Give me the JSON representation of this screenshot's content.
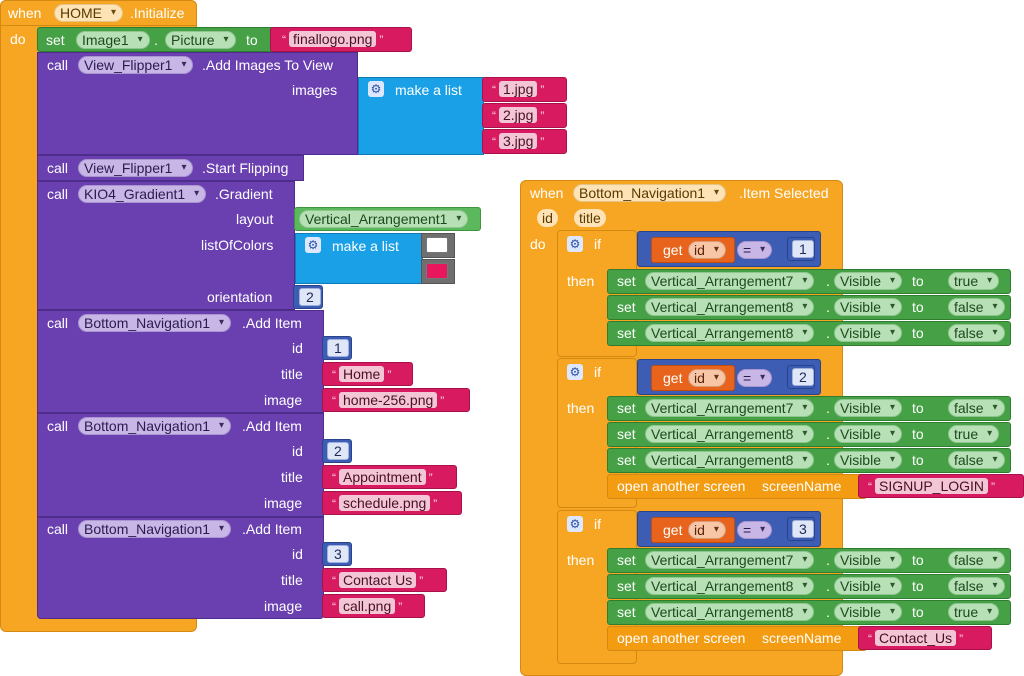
{
  "left": {
    "when": "when",
    "component": "HOME",
    "event": ".Initialize",
    "do": "do",
    "set1": {
      "set": "set",
      "comp": "Image1",
      "dot": ".",
      "prop": "Picture",
      "to": "to",
      "value": "finallogo.png"
    },
    "call1": {
      "call": "call",
      "comp": "View_Flipper1",
      "method": ".Add Images To View",
      "arg_images": "images",
      "make_list": "make a list",
      "items": [
        "1.jpg",
        "2.jpg",
        "3.jpg"
      ]
    },
    "call2": {
      "call": "call",
      "comp": "View_Flipper1",
      "method": ".Start Flipping"
    },
    "call3": {
      "call": "call",
      "comp": "KIO4_Gradient1",
      "method": ".Gradient",
      "arg_layout": "layout",
      "layout_value": "Vertical_Arrangement1",
      "arg_colors": "listOfColors",
      "make_list": "make a list",
      "colors": [
        "#ffffff",
        "#e8175d"
      ],
      "arg_orientation": "orientation",
      "orientation_value": "2"
    },
    "nav_items": [
      {
        "call": "call",
        "comp": "Bottom_Navigation1",
        "method": ".Add Item",
        "id_label": "id",
        "id": "1",
        "title_label": "title",
        "title": "Home",
        "image_label": "image",
        "image": "home-256.png"
      },
      {
        "call": "call",
        "comp": "Bottom_Navigation1",
        "method": ".Add Item",
        "id_label": "id",
        "id": "2",
        "title_label": "title",
        "title": "Appointment",
        "image_label": "image",
        "image": "schedule.png"
      },
      {
        "call": "call",
        "comp": "Bottom_Navigation1",
        "method": ".Add Item",
        "id_label": "id",
        "id": "3",
        "title_label": "title",
        "title": "Contact Us",
        "image_label": "image",
        "image": "call.png"
      }
    ]
  },
  "right": {
    "when": "when",
    "component": "Bottom_Navigation1",
    "event": ".Item Selected",
    "params": [
      "id",
      "title"
    ],
    "do": "do",
    "ifs": [
      {
        "if": "if",
        "get": "get",
        "var": "id",
        "op": "=",
        "num": "1",
        "then": "then",
        "sets": [
          {
            "set": "set",
            "comp": "Vertical_Arrangement7",
            "prop": "Visible",
            "to": "to",
            "value": "true"
          },
          {
            "set": "set",
            "comp": "Vertical_Arrangement8",
            "prop": "Visible",
            "to": "to",
            "value": "false"
          },
          {
            "set": "set",
            "comp": "Vertical_Arrangement8",
            "prop": "Visible",
            "to": "to",
            "value": "false"
          }
        ]
      },
      {
        "if": "if",
        "get": "get",
        "var": "id",
        "op": "=",
        "num": "2",
        "then": "then",
        "sets": [
          {
            "set": "set",
            "comp": "Vertical_Arrangement7",
            "prop": "Visible",
            "to": "to",
            "value": "false"
          },
          {
            "set": "set",
            "comp": "Vertical_Arrangement8",
            "prop": "Visible",
            "to": "to",
            "value": "true"
          },
          {
            "set": "set",
            "comp": "Vertical_Arrangement8",
            "prop": "Visible",
            "to": "to",
            "value": "false"
          }
        ],
        "open": "open another screen",
        "screen_label": "screenName",
        "screen": "SIGNUP_LOGIN"
      },
      {
        "if": "if",
        "get": "get",
        "var": "id",
        "op": "=",
        "num": "3",
        "then": "then",
        "sets": [
          {
            "set": "set",
            "comp": "Vertical_Arrangement7",
            "prop": "Visible",
            "to": "to",
            "value": "false"
          },
          {
            "set": "set",
            "comp": "Vertical_Arrangement8",
            "prop": "Visible",
            "to": "to",
            "value": "false"
          },
          {
            "set": "set",
            "comp": "Vertical_Arrangement8",
            "prop": "Visible",
            "to": "to",
            "value": "true"
          }
        ],
        "open": "open another screen",
        "screen_label": "screenName",
        "screen": "Contact_Us"
      }
    ]
  },
  "dot": ".",
  "quote_open": "“",
  "quote_close": "”",
  "gear_symbol": "⚙"
}
